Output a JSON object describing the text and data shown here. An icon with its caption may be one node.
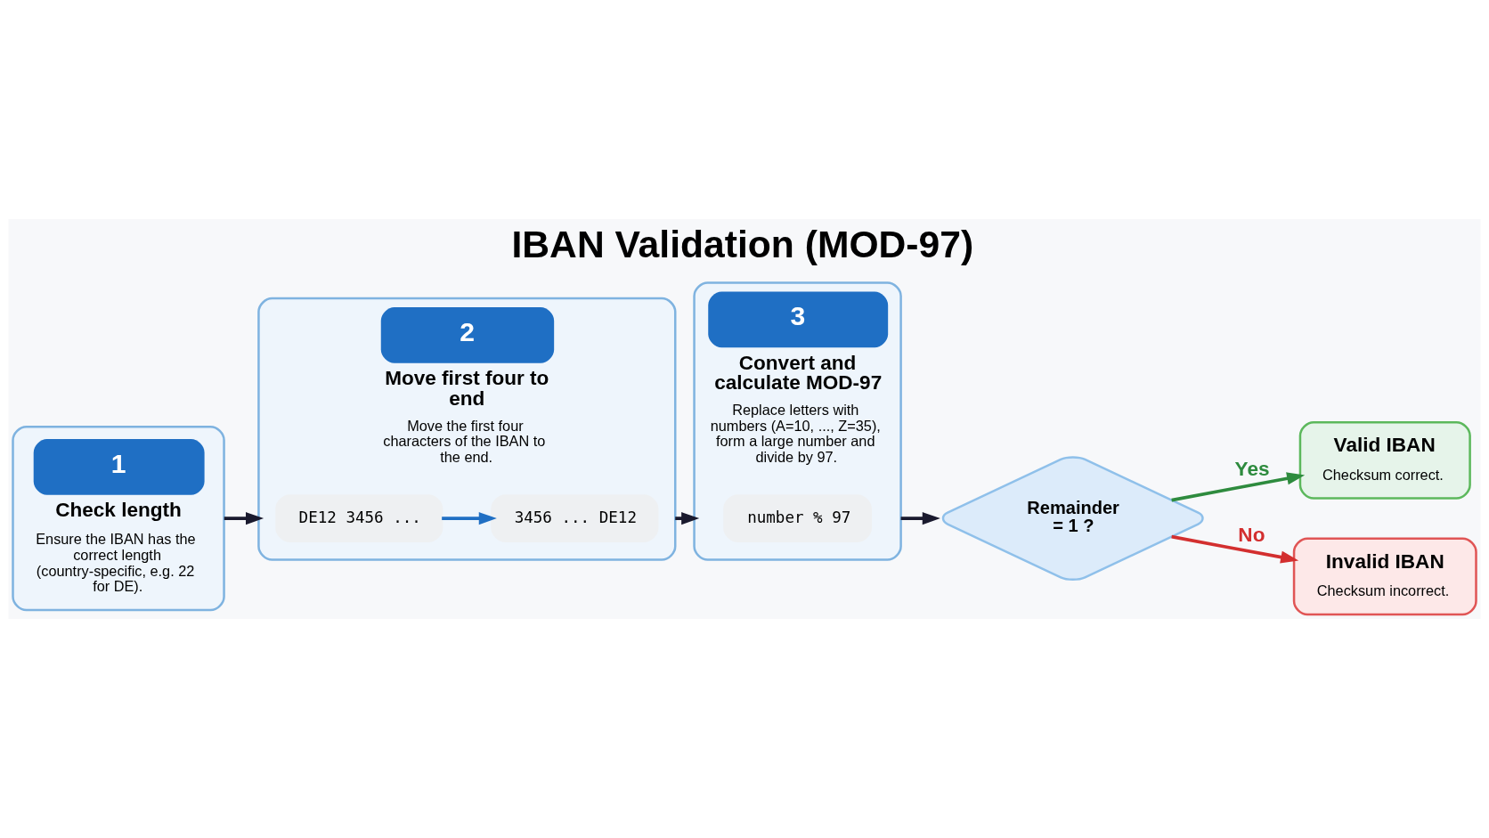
{
  "diagram": {
    "title": "IBAN Validation (MOD-97)",
    "nodes": [
      {
        "text": [
          "1",
          "Check length",
          "Ensure the IBAN has the correct length (country-specific, e.g. 22 for DE)."
        ]
      },
      {
        "text": [
          "2",
          "Move first four to end",
          "Move the first four characters of the IBAN to the end."
        ]
      },
      {
        "text": [
          "DE12 3456 ..."
        ],
        "in": 1
      },
      {
        "text": [
          "3456 ... DE12"
        ],
        "in": 1
      },
      {
        "text": [
          "3",
          "Convert and calculate MOD-97",
          "Replace letters with numbers (A=10, ..., Z=35), form a large number and divide by 97."
        ]
      },
      {
        "text": [
          "number % 97"
        ],
        "in": 4
      },
      {
        "text": [
          "Remainder = 1 ?"
        ]
      },
      {
        "text": [
          "Valid IBAN",
          "Checksum correct."
        ]
      },
      {
        "text": [
          "Invalid IBAN",
          "Checksum incorrect."
        ]
      }
    ],
    "edges": [
      {
        "from": 0,
        "to": 1,
        "arrow": "to"
      },
      {
        "from": 2,
        "to": 3,
        "arrow": "to",
        "color": "#1f6fc4"
      },
      {
        "from": 1,
        "to": 4,
        "arrow": "to"
      },
      {
        "from": 4,
        "to": 6,
        "arrow": "to"
      },
      {
        "from": 6,
        "to": 7,
        "arrow": "to",
        "label": "Yes",
        "color": "#2e8b3e"
      },
      {
        "from": 6,
        "to": 8,
        "arrow": "to",
        "label": "No",
        "color": "#d32f2f"
      }
    ]
  }
}
